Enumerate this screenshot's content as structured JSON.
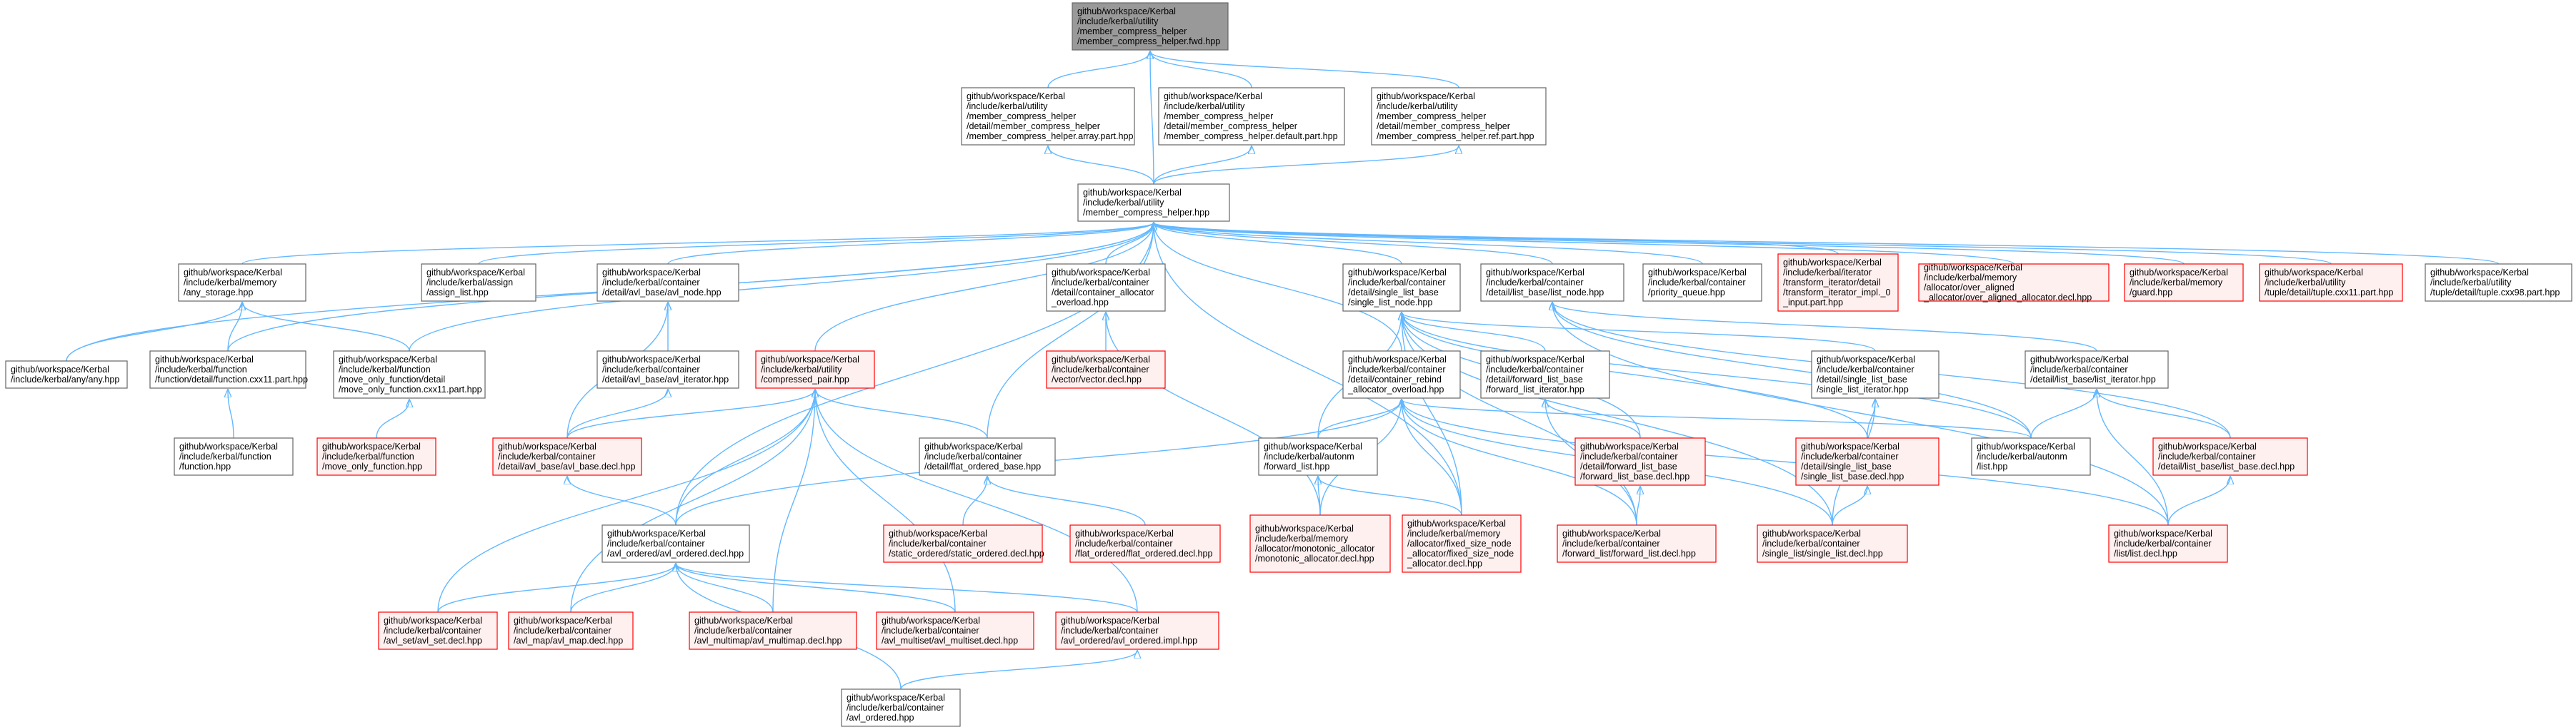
{
  "colors": {
    "edge": "#63b8ff",
    "normal_border": "#666666",
    "normal_fill": "#ffffff",
    "missing_border": "#ff0000",
    "missing_fill": "#fff0f0",
    "root_fill": "#999999",
    "root_border": "#666666"
  },
  "nodes": [
    {
      "id": "root",
      "style": "root",
      "lines": [
        "github/workspace/Kerbal",
        "/include/kerbal/utility",
        "/member_compress_helper",
        "/member_compress_helper.fwd.hpp"
      ]
    },
    {
      "id": "array_part",
      "style": "normal",
      "lines": [
        "github/workspace/Kerbal",
        "/include/kerbal/utility",
        "/member_compress_helper",
        "/detail/member_compress_helper",
        "/member_compress_helper.array.part.hpp"
      ]
    },
    {
      "id": "default_part",
      "style": "normal",
      "lines": [
        "github/workspace/Kerbal",
        "/include/kerbal/utility",
        "/member_compress_helper",
        "/detail/member_compress_helper",
        "/member_compress_helper.default.part.hpp"
      ]
    },
    {
      "id": "ref_part",
      "style": "normal",
      "lines": [
        "github/workspace/Kerbal",
        "/include/kerbal/utility",
        "/member_compress_helper",
        "/detail/member_compress_helper",
        "/member_compress_helper.ref.part.hpp"
      ]
    },
    {
      "id": "mch",
      "style": "normal",
      "lines": [
        "github/workspace/Kerbal",
        "/include/kerbal/utility",
        "/member_compress_helper.hpp"
      ]
    },
    {
      "id": "any_storage",
      "style": "normal",
      "lines": [
        "github/workspace/Kerbal",
        "/include/kerbal/memory",
        "/any_storage.hpp"
      ]
    },
    {
      "id": "assign_list",
      "style": "normal",
      "lines": [
        "github/workspace/Kerbal",
        "/include/kerbal/assign",
        "/assign_list.hpp"
      ]
    },
    {
      "id": "avl_node",
      "style": "normal",
      "lines": [
        "github/workspace/Kerbal",
        "/include/kerbal/container",
        "/detail/avl_base/avl_node.hpp"
      ]
    },
    {
      "id": "ca_overload",
      "style": "normal",
      "lines": [
        "github/workspace/Kerbal",
        "/include/kerbal/container",
        "/detail/container_allocator",
        "_overload.hpp"
      ]
    },
    {
      "id": "sl_node",
      "style": "normal",
      "lines": [
        "github/workspace/Kerbal",
        "/include/kerbal/container",
        "/detail/single_list_base",
        "/single_list_node.hpp"
      ]
    },
    {
      "id": "list_node",
      "style": "normal",
      "lines": [
        "github/workspace/Kerbal",
        "/include/kerbal/container",
        "/detail/list_base/list_node.hpp"
      ]
    },
    {
      "id": "priority_queue",
      "style": "normal",
      "lines": [
        "github/workspace/Kerbal",
        "/include/kerbal/container",
        "/priority_queue.hpp"
      ]
    },
    {
      "id": "transform_iter",
      "style": "missing",
      "lines": [
        "github/workspace/Kerbal",
        "/include/kerbal/iterator",
        "/transform_iterator/detail",
        "/transform_iterator_impl._0",
        "_input.part.hpp"
      ]
    },
    {
      "id": "over_aligned",
      "style": "missing",
      "lines": [
        "github/workspace/Kerbal",
        "/include/kerbal/memory",
        "/allocator/over_aligned",
        "_allocator/over_aligned_allocator.decl.hpp"
      ]
    },
    {
      "id": "guard",
      "style": "missing",
      "lines": [
        "github/workspace/Kerbal",
        "/include/kerbal/memory",
        "/guard.hpp"
      ]
    },
    {
      "id": "tuple_cxx11",
      "style": "missing",
      "lines": [
        "github/workspace/Kerbal",
        "/include/kerbal/utility",
        "/tuple/detail/tuple.cxx11.part.hpp"
      ]
    },
    {
      "id": "tuple_cxx98",
      "style": "normal",
      "lines": [
        "github/workspace/Kerbal",
        "/include/kerbal/utility",
        "/tuple/detail/tuple.cxx98.part.hpp"
      ]
    },
    {
      "id": "any",
      "style": "normal",
      "lines": [
        "github/workspace/Kerbal",
        "/include/kerbal/any/any.hpp"
      ]
    },
    {
      "id": "function_cxx11",
      "style": "normal",
      "lines": [
        "github/workspace/Kerbal",
        "/include/kerbal/function",
        "/function/detail/function.cxx11.part.hpp"
      ]
    },
    {
      "id": "move_only_cxx11",
      "style": "normal",
      "lines": [
        "github/workspace/Kerbal",
        "/include/kerbal/function",
        "/move_only_function/detail",
        "/move_only_function.cxx11.part.hpp"
      ]
    },
    {
      "id": "avl_iterator",
      "style": "normal",
      "lines": [
        "github/workspace/Kerbal",
        "/include/kerbal/container",
        "/detail/avl_base/avl_iterator.hpp"
      ]
    },
    {
      "id": "compressed_pair",
      "style": "missing",
      "lines": [
        "github/workspace/Kerbal",
        "/include/kerbal/utility",
        "/compressed_pair.hpp"
      ]
    },
    {
      "id": "vector_decl",
      "style": "missing",
      "lines": [
        "github/workspace/Kerbal",
        "/include/kerbal/container",
        "/vector/vector.decl.hpp"
      ]
    },
    {
      "id": "rebind_overload",
      "style": "normal",
      "lines": [
        "github/workspace/Kerbal",
        "/include/kerbal/container",
        "/detail/container_rebind",
        "_allocator_overload.hpp"
      ]
    },
    {
      "id": "fl_iterator",
      "style": "normal",
      "lines": [
        "github/workspace/Kerbal",
        "/include/kerbal/container",
        "/detail/forward_list_base",
        "/forward_list_iterator.hpp"
      ]
    },
    {
      "id": "sl_iterator",
      "style": "normal",
      "lines": [
        "github/workspace/Kerbal",
        "/include/kerbal/container",
        "/detail/single_list_base",
        "/single_list_iterator.hpp"
      ]
    },
    {
      "id": "list_iterator",
      "style": "normal",
      "lines": [
        "github/workspace/Kerbal",
        "/include/kerbal/container",
        "/detail/list_base/list_iterator.hpp"
      ]
    },
    {
      "id": "function_hpp",
      "style": "normal",
      "lines": [
        "github/workspace/Kerbal",
        "/include/kerbal/function",
        "/function.hpp"
      ]
    },
    {
      "id": "move_only_function",
      "style": "missing",
      "lines": [
        "github/workspace/Kerbal",
        "/include/kerbal/function",
        "/move_only_function.hpp"
      ]
    },
    {
      "id": "avl_base_decl",
      "style": "missing",
      "lines": [
        "github/workspace/Kerbal",
        "/include/kerbal/container",
        "/detail/avl_base/avl_base.decl.hpp"
      ]
    },
    {
      "id": "flat_ordered_base",
      "style": "normal",
      "lines": [
        "github/workspace/Kerbal",
        "/include/kerbal/container",
        "/detail/flat_ordered_base.hpp"
      ]
    },
    {
      "id": "autonm_forward_list",
      "style": "normal",
      "lines": [
        "github/workspace/Kerbal",
        "/include/kerbal/autonm",
        "/forward_list.hpp"
      ]
    },
    {
      "id": "fl_base_decl",
      "style": "missing",
      "lines": [
        "github/workspace/Kerbal",
        "/include/kerbal/container",
        "/detail/forward_list_base",
        "/forward_list_base.decl.hpp"
      ]
    },
    {
      "id": "sl_base_decl",
      "style": "missing",
      "lines": [
        "github/workspace/Kerbal",
        "/include/kerbal/container",
        "/detail/single_list_base",
        "/single_list_base.decl.hpp"
      ]
    },
    {
      "id": "autonm_list",
      "style": "normal",
      "lines": [
        "github/workspace/Kerbal",
        "/include/kerbal/autonm",
        "/list.hpp"
      ]
    },
    {
      "id": "list_base_decl",
      "style": "missing",
      "lines": [
        "github/workspace/Kerbal",
        "/include/kerbal/container",
        "/detail/list_base/list_base.decl.hpp"
      ]
    },
    {
      "id": "avl_ordered_decl",
      "style": "normal",
      "lines": [
        "github/workspace/Kerbal",
        "/include/kerbal/container",
        "/avl_ordered/avl_ordered.decl.hpp"
      ]
    },
    {
      "id": "static_ordered",
      "style": "missing",
      "lines": [
        "github/workspace/Kerbal",
        "/include/kerbal/container",
        "/static_ordered/static_ordered.decl.hpp"
      ]
    },
    {
      "id": "flat_ordered",
      "style": "missing",
      "lines": [
        "github/workspace/Kerbal",
        "/include/kerbal/container",
        "/flat_ordered/flat_ordered.decl.hpp"
      ]
    },
    {
      "id": "monotonic",
      "style": "missing",
      "lines": [
        "github/workspace/Kerbal",
        "/include/kerbal/memory",
        "/allocator/monotonic_allocator",
        "/monotonic_allocator.decl.hpp"
      ]
    },
    {
      "id": "fixed_size_node",
      "style": "missing",
      "lines": [
        "github/workspace/Kerbal",
        "/include/kerbal/memory",
        "/allocator/fixed_size_node",
        "_allocator/fixed_size_node",
        "_allocator.decl.hpp"
      ]
    },
    {
      "id": "forward_list_decl",
      "style": "missing",
      "lines": [
        "github/workspace/Kerbal",
        "/include/kerbal/container",
        "/forward_list/forward_list.decl.hpp"
      ]
    },
    {
      "id": "single_list_decl",
      "style": "missing",
      "lines": [
        "github/workspace/Kerbal",
        "/include/kerbal/container",
        "/single_list/single_list.decl.hpp"
      ]
    },
    {
      "id": "list_decl",
      "style": "missing",
      "lines": [
        "github/workspace/Kerbal",
        "/include/kerbal/container",
        "/list/list.decl.hpp"
      ]
    },
    {
      "id": "avl_set_decl",
      "style": "missing",
      "lines": [
        "github/workspace/Kerbal",
        "/include/kerbal/container",
        "/avl_set/avl_set.decl.hpp"
      ]
    },
    {
      "id": "avl_map_decl",
      "style": "missing",
      "lines": [
        "github/workspace/Kerbal",
        "/include/kerbal/container",
        "/avl_map/avl_map.decl.hpp"
      ]
    },
    {
      "id": "avl_multimap_decl",
      "style": "missing",
      "lines": [
        "github/workspace/Kerbal",
        "/include/kerbal/container",
        "/avl_multimap/avl_multimap.decl.hpp"
      ]
    },
    {
      "id": "avl_multiset_decl",
      "style": "missing",
      "lines": [
        "github/workspace/Kerbal",
        "/include/kerbal/container",
        "/avl_multiset/avl_multiset.decl.hpp"
      ]
    },
    {
      "id": "avl_ordered_impl",
      "style": "missing",
      "lines": [
        "github/workspace/Kerbal",
        "/include/kerbal/container",
        "/avl_ordered/avl_ordered.impl.hpp"
      ]
    },
    {
      "id": "avl_ordered_hpp",
      "style": "normal",
      "lines": [
        "github/workspace/Kerbal",
        "/include/kerbal/container",
        "/avl_ordered.hpp"
      ]
    }
  ],
  "edges": [
    [
      "array_part",
      "root"
    ],
    [
      "default_part",
      "root"
    ],
    [
      "ref_part",
      "root"
    ],
    [
      "mch",
      "root"
    ],
    [
      "mch",
      "array_part"
    ],
    [
      "mch",
      "default_part"
    ],
    [
      "mch",
      "ref_part"
    ],
    [
      "any_storage",
      "mch"
    ],
    [
      "assign_list",
      "mch"
    ],
    [
      "avl_node",
      "mch"
    ],
    [
      "ca_overload",
      "mch"
    ],
    [
      "sl_node",
      "mch"
    ],
    [
      "list_node",
      "mch"
    ],
    [
      "priority_queue",
      "mch"
    ],
    [
      "transform_iter",
      "mch"
    ],
    [
      "over_aligned",
      "mch"
    ],
    [
      "guard",
      "mch"
    ],
    [
      "tuple_cxx11",
      "mch"
    ],
    [
      "tuple_cxx98",
      "mch"
    ],
    [
      "any",
      "mch"
    ],
    [
      "function_cxx11",
      "mch"
    ],
    [
      "move_only_cxx11",
      "mch"
    ],
    [
      "compressed_pair",
      "mch"
    ],
    [
      "flat_ordered_base",
      "mch"
    ],
    [
      "avl_ordered_decl",
      "mch"
    ],
    [
      "rebind_overload",
      "mch"
    ],
    [
      "fixed_size_node",
      "mch"
    ],
    [
      "any",
      "any_storage"
    ],
    [
      "function_cxx11",
      "any_storage"
    ],
    [
      "move_only_cxx11",
      "any_storage"
    ],
    [
      "function_hpp",
      "function_cxx11"
    ],
    [
      "move_only_function",
      "move_only_cxx11"
    ],
    [
      "avl_iterator",
      "avl_node"
    ],
    [
      "avl_base_decl",
      "avl_node"
    ],
    [
      "avl_base_decl",
      "avl_iterator"
    ],
    [
      "vector_decl",
      "ca_overload"
    ],
    [
      "monotonic",
      "ca_overload"
    ],
    [
      "avl_base_decl",
      "compressed_pair"
    ],
    [
      "flat_ordered_base",
      "compressed_pair"
    ],
    [
      "avl_ordered_decl",
      "compressed_pair"
    ],
    [
      "avl_set_decl",
      "compressed_pair"
    ],
    [
      "avl_map_decl",
      "compressed_pair"
    ],
    [
      "avl_multimap_decl",
      "compressed_pair"
    ],
    [
      "avl_multiset_decl",
      "compressed_pair"
    ],
    [
      "avl_ordered_impl",
      "compressed_pair"
    ],
    [
      "avl_ordered_decl",
      "avl_base_decl"
    ],
    [
      "static_ordered",
      "flat_ordered_base"
    ],
    [
      "flat_ordered",
      "flat_ordered_base"
    ],
    [
      "avl_set_decl",
      "avl_ordered_decl"
    ],
    [
      "avl_map_decl",
      "avl_ordered_decl"
    ],
    [
      "avl_multimap_decl",
      "avl_ordered_decl"
    ],
    [
      "avl_multiset_decl",
      "avl_ordered_decl"
    ],
    [
      "avl_ordered_impl",
      "avl_ordered_decl"
    ],
    [
      "avl_ordered_hpp",
      "avl_ordered_decl"
    ],
    [
      "avl_ordered_hpp",
      "avl_ordered_impl"
    ],
    [
      "fl_iterator",
      "sl_node"
    ],
    [
      "sl_iterator",
      "sl_node"
    ],
    [
      "fl_base_decl",
      "sl_node"
    ],
    [
      "sl_base_decl",
      "sl_node"
    ],
    [
      "autonm_forward_list",
      "sl_node"
    ],
    [
      "fixed_size_node",
      "sl_node"
    ],
    [
      "forward_list_decl",
      "sl_node"
    ],
    [
      "single_list_decl",
      "sl_node"
    ],
    [
      "autonm_list",
      "sl_node"
    ],
    [
      "list_iterator",
      "list_node"
    ],
    [
      "list_base_decl",
      "list_node"
    ],
    [
      "autonm_list",
      "list_node"
    ],
    [
      "list_decl",
      "list_node"
    ],
    [
      "fl_base_decl",
      "fl_iterator"
    ],
    [
      "forward_list_decl",
      "fl_iterator"
    ],
    [
      "sl_base_decl",
      "sl_iterator"
    ],
    [
      "single_list_decl",
      "sl_iterator"
    ],
    [
      "autonm_list",
      "list_iterator"
    ],
    [
      "list_base_decl",
      "list_iterator"
    ],
    [
      "list_decl",
      "list_iterator"
    ],
    [
      "autonm_forward_list",
      "rebind_overload"
    ],
    [
      "avl_ordered_decl",
      "rebind_overload"
    ],
    [
      "monotonic",
      "rebind_overload"
    ],
    [
      "fixed_size_node",
      "rebind_overload"
    ],
    [
      "forward_list_decl",
      "rebind_overload"
    ],
    [
      "single_list_decl",
      "rebind_overload"
    ],
    [
      "list_decl",
      "rebind_overload"
    ],
    [
      "autonm_list",
      "rebind_overload"
    ],
    [
      "monotonic",
      "autonm_forward_list"
    ],
    [
      "fixed_size_node",
      "autonm_forward_list"
    ],
    [
      "forward_list_decl",
      "fl_base_decl"
    ],
    [
      "single_list_decl",
      "sl_base_decl"
    ],
    [
      "list_decl",
      "list_base_decl"
    ]
  ]
}
